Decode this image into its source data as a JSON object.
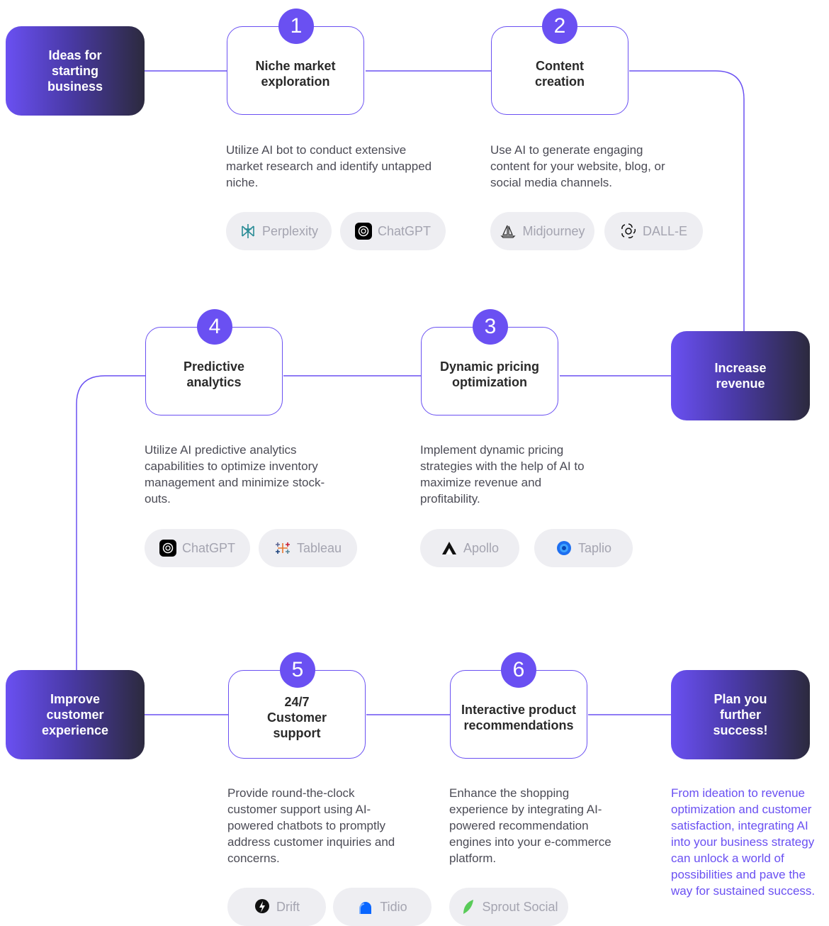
{
  "nodes": {
    "start": "Ideas for starting business",
    "increase": "Increase revenue",
    "improve": "Improve customer experience",
    "plan": "Plan you further success!"
  },
  "steps": [
    {
      "number": "1",
      "title": "Niche market exploration",
      "description": "Utilize AI bot to conduct extensive market research and identify untapped niche.",
      "tools": [
        "Perplexity",
        "ChatGPT"
      ]
    },
    {
      "number": "2",
      "title": "Content creation",
      "description": "Use AI to generate engaging content for your website, blog, or social media channels.",
      "tools": [
        "Midjourney",
        "DALL-E"
      ]
    },
    {
      "number": "3",
      "title": "Dynamic pricing optimization",
      "description": "Implement dynamic pricing strategies with the help of AI to maximize revenue and profitability.",
      "tools": [
        "Apollo",
        "Taplio"
      ]
    },
    {
      "number": "4",
      "title": "Predictive analytics",
      "description": "Utilize AI predictive analytics capabilities to optimize inventory management and minimize stock-outs.",
      "tools": [
        "ChatGPT",
        "Tableau"
      ]
    },
    {
      "number": "5",
      "title": "24/7 Customer support",
      "description": "Provide round-the-clock customer support using AI-powered chatbots to promptly address customer inquiries and concerns.",
      "tools": [
        "Drift",
        "Tidio"
      ]
    },
    {
      "number": "6",
      "title": "Interactive product recommendations",
      "description": "Enhance the shopping experience by integrating AI-powered recommendation engines into your e-commerce platform.",
      "tools": [
        "Sprout Social"
      ]
    }
  ],
  "summary": "From ideation to revenue optimization and customer satisfaction, integrating AI into your business strategy can unlock a world of possibilities and pave the way for sustained success.",
  "colors": {
    "accent": "#6a50f2",
    "dark": "#2c2a3e",
    "pill": "#eeeef2"
  }
}
